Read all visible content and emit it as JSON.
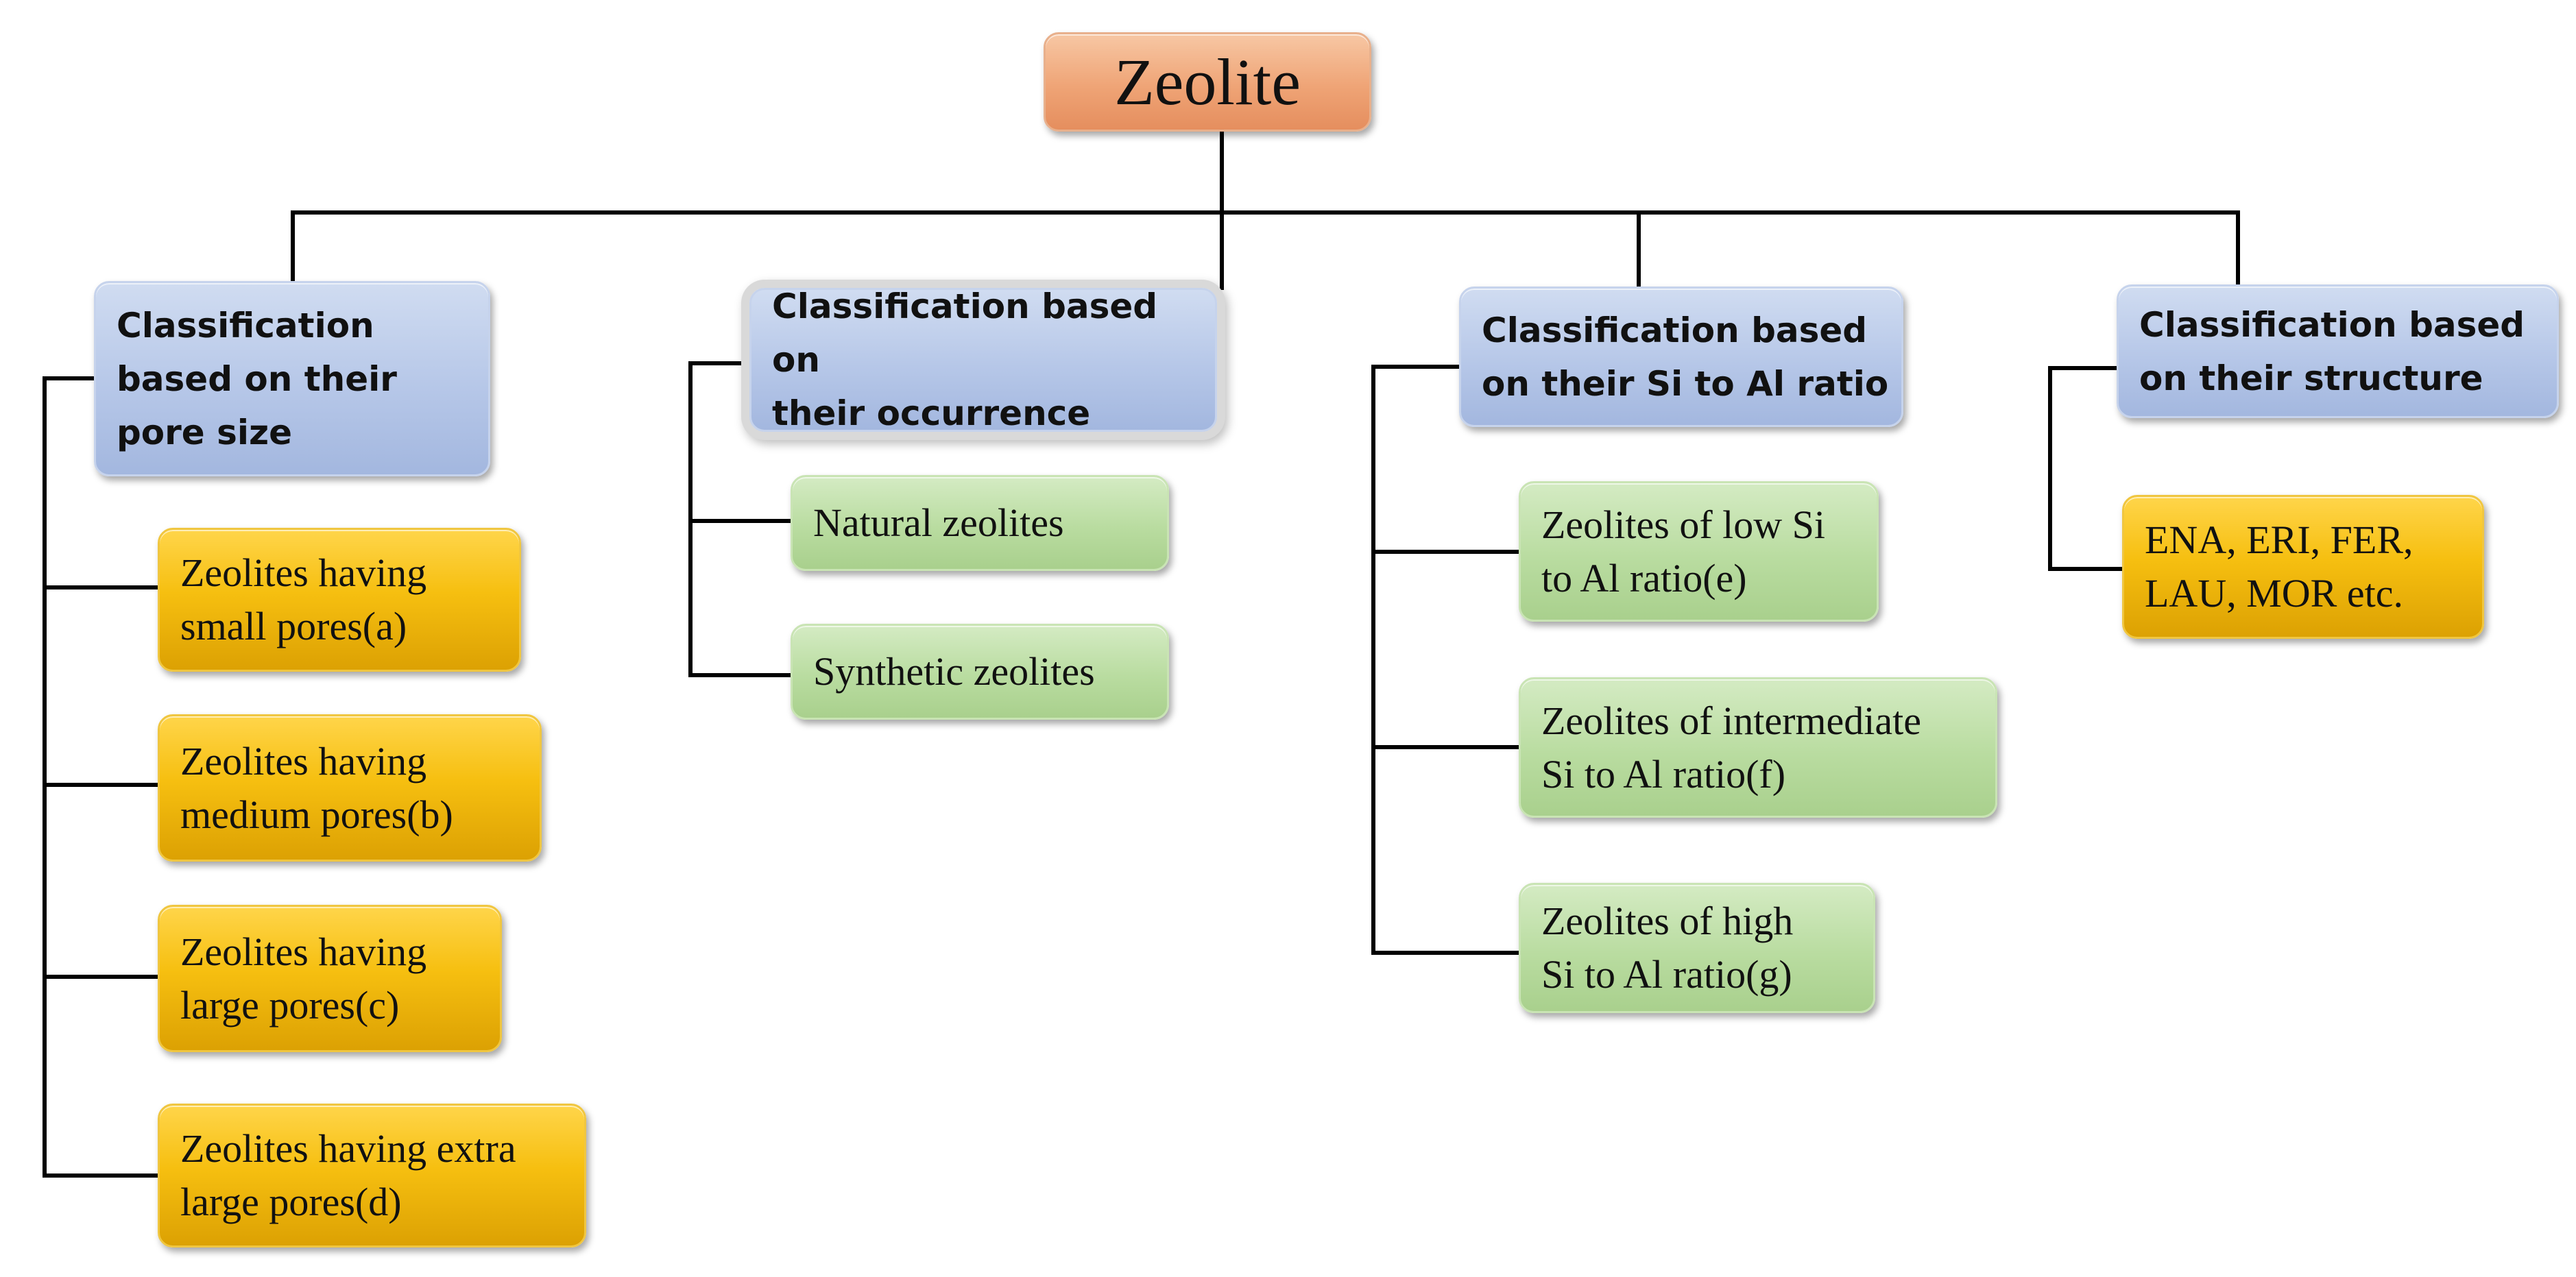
{
  "root": {
    "label": "Zeolite"
  },
  "categories": [
    {
      "label": "Classification\nbased on their\npore size",
      "children": [
        "Zeolites having\nsmall pores(a)",
        "Zeolites having\nmedium pores(b)",
        "Zeolites having\nlarge pores(c)",
        "Zeolites having extra\nlarge pores(d)"
      ]
    },
    {
      "label": "Classification based on\ntheir occurrence",
      "children": [
        "Natural zeolites",
        "Synthetic zeolites"
      ]
    },
    {
      "label": "Classification based\non their Si to Al ratio",
      "children": [
        "Zeolites of low Si\nto Al ratio(e)",
        "Zeolites of intermediate\nSi to Al ratio(f)",
        "Zeolites of high\nSi to Al ratio(g)"
      ]
    },
    {
      "label": "Classification based\non their structure",
      "children": [
        "ENA, ERI, FER,\nLAU, MOR etc."
      ]
    }
  ],
  "colors": {
    "root": "#efa476",
    "category": "#b6c7e8",
    "pore_size_leaf": "#f6bf10",
    "occurrence_leaf": "#b9dca0",
    "ratio_leaf": "#b9dca0",
    "structure_leaf": "#f6bf10",
    "connector": "#000000"
  }
}
